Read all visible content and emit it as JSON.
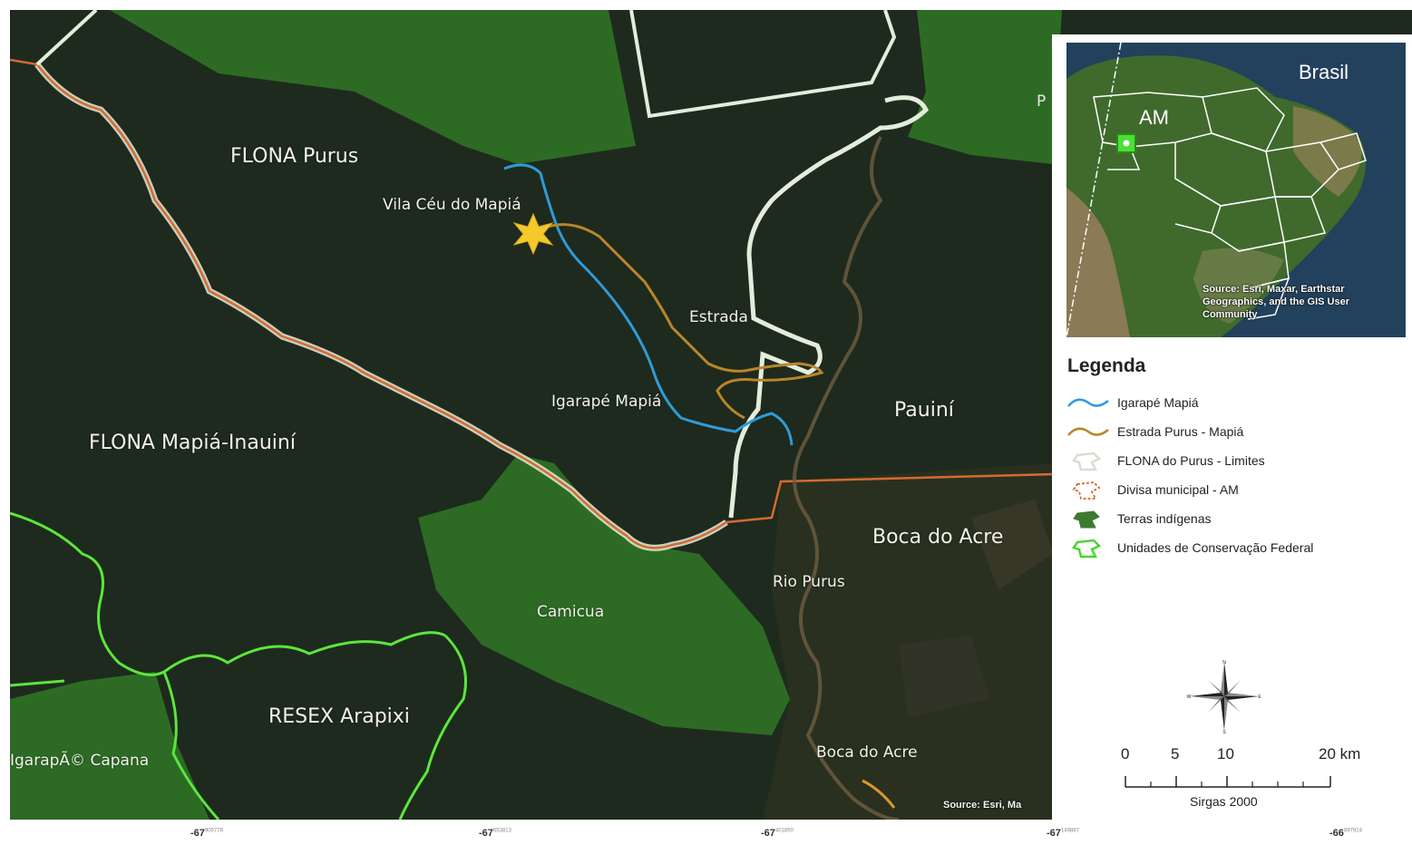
{
  "map": {
    "labels": {
      "flona_purus": "FLONA Purus",
      "vila": "Vila Céu do Mapiá",
      "estrada": "Estrada",
      "igarape": "Igarapé Mapiá",
      "pauini": "Pauiní",
      "flona_mapia": "FLONA Mapiá-Inauiní",
      "boca_acre_region": "Boca do Acre",
      "rio_purus": "Rio Purus",
      "camicua": "Camicua",
      "resex": "RESEX Arapixi",
      "capana": "IgarapÃ© Capana",
      "boca_acre_town": "Boca do Acre",
      "partial": "P"
    },
    "source": "Source: Esri, Ma",
    "coords": [
      {
        "main": "-67",
        "sup": "905776"
      },
      {
        "main": "-67",
        "sup": "653813"
      },
      {
        "main": "-67",
        "sup": "401850"
      },
      {
        "main": "-67",
        "sup": "149887"
      },
      {
        "main": "-66",
        "sup": "897924"
      }
    ],
    "colors": {
      "forest": "#1e2a1d",
      "conservation_area": "#2d6b25",
      "federal_uc": "#5ce63c",
      "flona_boundary": "#e4ecdc",
      "river": "#2f9bd8",
      "road": "#b8862a",
      "municipal": "#d66a30",
      "village_star": "#f4c92c"
    }
  },
  "inset": {
    "country": "Brasil",
    "state": "AM",
    "source": "Source: Esri, Maxar, Earthstar Geographics, and the GIS User Community"
  },
  "legend": {
    "title": "Legenda",
    "items": [
      {
        "label": "Igarapé Mapiá",
        "symbol": "river-line-icon"
      },
      {
        "label": "Estrada Purus - Mapiá",
        "symbol": "road-line-icon"
      },
      {
        "label": "FLONA do Purus - Limites",
        "symbol": "flona-boundary-icon"
      },
      {
        "label": "Divisa municipal - AM",
        "symbol": "municipal-boundary-icon"
      },
      {
        "label": "Terras indígenas",
        "symbol": "indigenous-land-icon"
      },
      {
        "label": "Unidades de Conservação Federal",
        "symbol": "federal-uc-icon"
      }
    ]
  },
  "compass": {
    "n": "N",
    "s": "S",
    "e": "E",
    "w": "W"
  },
  "scale": {
    "ticks": [
      "0",
      "5",
      "10",
      "20 km"
    ],
    "datum": "Sirgas 2000"
  }
}
